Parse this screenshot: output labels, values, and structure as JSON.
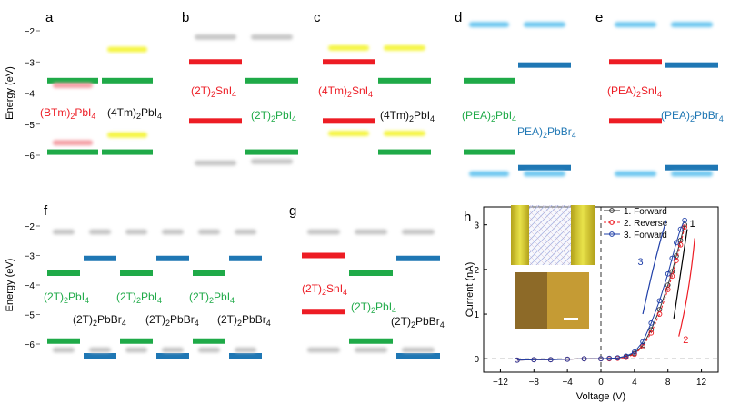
{
  "colors": {
    "red": "#ed1c24",
    "green": "#1faa48",
    "blue": "#1f77b4",
    "gray": "#c8c8c8",
    "yellow": "#f5f542",
    "light_blue": "#6fc8f0",
    "light_red": "#f4a0a6"
  },
  "chart_data": [
    {
      "panel": "a",
      "type": "energy_level_diagram",
      "ylabel": "Energy (eV)",
      "ylim": [
        -6.8,
        -1.6
      ],
      "yticks": [
        -2,
        -3,
        -4,
        -5,
        -6
      ],
      "materials": [
        {
          "label_parts": [
            [
              "(BTm)",
              ""
            ],
            [
              "2",
              "sub"
            ],
            [
              "PbI",
              ""
            ],
            [
              "4",
              "sub"
            ]
          ],
          "color": "red",
          "levels": [
            {
              "energy": -3.6,
              "color": "green"
            },
            {
              "energy": -5.9,
              "color": "green"
            },
            {
              "energy": -3.75,
              "color": "light_red",
              "blur": true
            },
            {
              "energy": -5.6,
              "color": "light_red",
              "blur": true
            }
          ]
        },
        {
          "label_parts": [
            [
              "(4Tm)",
              ""
            ],
            [
              "2",
              "sub"
            ],
            [
              "PbI",
              ""
            ],
            [
              "4",
              "sub"
            ]
          ],
          "color": "black",
          "levels": [
            {
              "energy": -3.6,
              "color": "green"
            },
            {
              "energy": -5.9,
              "color": "green"
            },
            {
              "energy": -2.6,
              "color": "yellow",
              "blur": true
            },
            {
              "energy": -5.35,
              "color": "yellow",
              "blur": true
            }
          ]
        }
      ]
    },
    {
      "panel": "b",
      "type": "energy_level_diagram",
      "materials": [
        {
          "label_parts": [
            [
              "(2T)",
              ""
            ],
            [
              "2",
              "sub"
            ],
            [
              "SnI",
              ""
            ],
            [
              "4",
              "sub"
            ]
          ],
          "color": "red",
          "levels": [
            {
              "energy": -3.0,
              "color": "red"
            },
            {
              "energy": -4.9,
              "color": "red"
            },
            {
              "energy": -2.2,
              "color": "gray",
              "blur": true
            },
            {
              "energy": -6.25,
              "color": "gray",
              "blur": true
            }
          ]
        },
        {
          "label_parts": [
            [
              "(2T)",
              ""
            ],
            [
              "2",
              "sub"
            ],
            [
              "PbI",
              ""
            ],
            [
              "4",
              "sub"
            ]
          ],
          "color": "green",
          "levels": [
            {
              "energy": -3.6,
              "color": "green"
            },
            {
              "energy": -5.9,
              "color": "green"
            },
            {
              "energy": -2.2,
              "color": "gray",
              "blur": true
            },
            {
              "energy": -6.2,
              "color": "gray",
              "blur": true
            }
          ]
        }
      ]
    },
    {
      "panel": "c",
      "type": "energy_level_diagram",
      "materials": [
        {
          "label_parts": [
            [
              "(4Tm)",
              ""
            ],
            [
              "2",
              "sub"
            ],
            [
              "SnI",
              ""
            ],
            [
              "4",
              "sub"
            ]
          ],
          "color": "red",
          "levels": [
            {
              "energy": -3.0,
              "color": "red"
            },
            {
              "energy": -4.9,
              "color": "red"
            },
            {
              "energy": -2.55,
              "color": "yellow",
              "blur": true
            },
            {
              "energy": -5.3,
              "color": "yellow",
              "blur": true
            }
          ]
        },
        {
          "label_parts": [
            [
              "(4Tm)",
              ""
            ],
            [
              "2",
              "sub"
            ],
            [
              "PbI",
              ""
            ],
            [
              "4",
              "sub"
            ]
          ],
          "color": "black",
          "levels": [
            {
              "energy": -3.6,
              "color": "green"
            },
            {
              "energy": -5.9,
              "color": "green"
            },
            {
              "energy": -2.55,
              "color": "yellow",
              "blur": true
            },
            {
              "energy": -5.3,
              "color": "yellow",
              "blur": true
            }
          ]
        }
      ]
    },
    {
      "panel": "d",
      "type": "energy_level_diagram",
      "materials": [
        {
          "label_parts": [
            [
              "(PEA)",
              ""
            ],
            [
              "2",
              "sub"
            ],
            [
              "PbI",
              ""
            ],
            [
              "4",
              "sub"
            ]
          ],
          "color": "green",
          "levels": [
            {
              "energy": -3.6,
              "color": "green"
            },
            {
              "energy": -5.9,
              "color": "green"
            },
            {
              "energy": -1.8,
              "color": "light_blue",
              "blur": true
            },
            {
              "energy": -6.6,
              "color": "light_blue",
              "blur": true
            }
          ]
        },
        {
          "label_parts": [
            [
              "PEA)",
              ""
            ],
            [
              "2",
              "sub"
            ],
            [
              "PbBr",
              ""
            ],
            [
              "4",
              "sub"
            ]
          ],
          "color": "blue",
          "levels": [
            {
              "energy": -3.1,
              "color": "blue"
            },
            {
              "energy": -6.4,
              "color": "blue"
            },
            {
              "energy": -1.8,
              "color": "light_blue",
              "blur": true
            },
            {
              "energy": -6.6,
              "color": "light_blue",
              "blur": true
            }
          ]
        }
      ]
    },
    {
      "panel": "e",
      "type": "energy_level_diagram",
      "materials": [
        {
          "label_parts": [
            [
              "(PEA)",
              ""
            ],
            [
              "2",
              "sub"
            ],
            [
              "SnI",
              ""
            ],
            [
              "4",
              "sub"
            ]
          ],
          "color": "red",
          "levels": [
            {
              "energy": -3.0,
              "color": "red"
            },
            {
              "energy": -4.9,
              "color": "red"
            },
            {
              "energy": -1.8,
              "color": "light_blue",
              "blur": true
            },
            {
              "energy": -6.6,
              "color": "light_blue",
              "blur": true
            }
          ]
        },
        {
          "label_parts": [
            [
              "(PEA)",
              ""
            ],
            [
              "2",
              "sub"
            ],
            [
              "PbBr",
              ""
            ],
            [
              "4",
              "sub"
            ]
          ],
          "color": "blue",
          "levels": [
            {
              "energy": -3.1,
              "color": "blue"
            },
            {
              "energy": -6.4,
              "color": "blue"
            },
            {
              "energy": -1.8,
              "color": "light_blue",
              "blur": true
            },
            {
              "energy": -6.6,
              "color": "light_blue",
              "blur": true
            }
          ]
        }
      ]
    },
    {
      "panel": "f",
      "type": "energy_level_diagram",
      "ylabel": "Energy (eV)",
      "ylim": [
        -6.8,
        -1.6
      ],
      "yticks": [
        -2,
        -3,
        -4,
        -5,
        -6
      ],
      "materials": [
        {
          "label_parts": [
            [
              "(2T)",
              ""
            ],
            [
              "2",
              "sub"
            ],
            [
              "PbI",
              ""
            ],
            [
              "4",
              "sub"
            ]
          ],
          "color": "green",
          "levels": [
            {
              "energy": -3.6,
              "color": "green"
            },
            {
              "energy": -5.9,
              "color": "green"
            },
            {
              "energy": -2.2,
              "color": "gray",
              "blur": true
            },
            {
              "energy": -6.2,
              "color": "gray",
              "blur": true
            }
          ]
        },
        {
          "label_parts": [
            [
              "(2T)",
              ""
            ],
            [
              "2",
              "sub"
            ],
            [
              "PbBr",
              ""
            ],
            [
              "4",
              "sub"
            ]
          ],
          "color": "black",
          "levels": [
            {
              "energy": -3.1,
              "color": "blue"
            },
            {
              "energy": -6.4,
              "color": "blue"
            },
            {
              "energy": -2.2,
              "color": "gray",
              "blur": true
            },
            {
              "energy": -6.2,
              "color": "gray",
              "blur": true
            }
          ]
        },
        {
          "label_parts": [
            [
              "(2T)",
              ""
            ],
            [
              "2",
              "sub"
            ],
            [
              "PbI",
              ""
            ],
            [
              "4",
              "sub"
            ]
          ],
          "color": "green",
          "levels": [
            {
              "energy": -3.6,
              "color": "green"
            },
            {
              "energy": -5.9,
              "color": "green"
            },
            {
              "energy": -2.2,
              "color": "gray",
              "blur": true
            },
            {
              "energy": -6.2,
              "color": "gray",
              "blur": true
            }
          ]
        },
        {
          "label_parts": [
            [
              "(2T)",
              ""
            ],
            [
              "2",
              "sub"
            ],
            [
              "PbBr",
              ""
            ],
            [
              "4",
              "sub"
            ]
          ],
          "color": "black",
          "levels": [
            {
              "energy": -3.1,
              "color": "blue"
            },
            {
              "energy": -6.4,
              "color": "blue"
            },
            {
              "energy": -2.2,
              "color": "gray",
              "blur": true
            },
            {
              "energy": -6.2,
              "color": "gray",
              "blur": true
            }
          ]
        },
        {
          "label_parts": [
            [
              "(2T)",
              ""
            ],
            [
              "2",
              "sub"
            ],
            [
              "PbI",
              ""
            ],
            [
              "4",
              "sub"
            ]
          ],
          "color": "green",
          "levels": [
            {
              "energy": -3.6,
              "color": "green"
            },
            {
              "energy": -5.9,
              "color": "green"
            },
            {
              "energy": -2.2,
              "color": "gray",
              "blur": true
            },
            {
              "energy": -6.2,
              "color": "gray",
              "blur": true
            }
          ]
        },
        {
          "label_parts": [
            [
              "(2T)",
              ""
            ],
            [
              "2",
              "sub"
            ],
            [
              "PbBr",
              ""
            ],
            [
              "4",
              "sub"
            ]
          ],
          "color": "black",
          "levels": [
            {
              "energy": -3.1,
              "color": "blue"
            },
            {
              "energy": -6.4,
              "color": "blue"
            },
            {
              "energy": -2.2,
              "color": "gray",
              "blur": true
            },
            {
              "energy": -6.2,
              "color": "gray",
              "blur": true
            }
          ]
        }
      ]
    },
    {
      "panel": "g",
      "type": "energy_level_diagram",
      "materials": [
        {
          "label_parts": [
            [
              "(2T)",
              ""
            ],
            [
              "2",
              "sub"
            ],
            [
              "SnI",
              ""
            ],
            [
              "4",
              "sub"
            ]
          ],
          "color": "red",
          "levels": [
            {
              "energy": -3.0,
              "color": "red"
            },
            {
              "energy": -4.9,
              "color": "red"
            },
            {
              "energy": -2.2,
              "color": "gray",
              "blur": true
            },
            {
              "energy": -6.2,
              "color": "gray",
              "blur": true
            }
          ]
        },
        {
          "label_parts": [
            [
              "(2T)",
              ""
            ],
            [
              "2",
              "sub"
            ],
            [
              "PbI",
              ""
            ],
            [
              "4",
              "sub"
            ]
          ],
          "color": "green",
          "levels": [
            {
              "energy": -3.6,
              "color": "green"
            },
            {
              "energy": -5.9,
              "color": "green"
            },
            {
              "energy": -2.2,
              "color": "gray",
              "blur": true
            },
            {
              "energy": -6.2,
              "color": "gray",
              "blur": true
            }
          ]
        },
        {
          "label_parts": [
            [
              "(2T)",
              ""
            ],
            [
              "2",
              "sub"
            ],
            [
              "PbBr",
              ""
            ],
            [
              "4",
              "sub"
            ]
          ],
          "color": "black",
          "levels": [
            {
              "energy": -3.1,
              "color": "blue"
            },
            {
              "energy": -6.4,
              "color": "blue"
            },
            {
              "energy": -2.2,
              "color": "gray",
              "blur": true
            },
            {
              "energy": -6.2,
              "color": "gray",
              "blur": true
            }
          ]
        }
      ]
    },
    {
      "panel": "h",
      "type": "line",
      "xlabel": "Voltage (V)",
      "ylabel": "Current (nA)",
      "xlim": [
        -14,
        14
      ],
      "ylim": [
        -0.3,
        3.4
      ],
      "xticks": [
        -12,
        -8,
        -4,
        0,
        4,
        8,
        12
      ],
      "yticks": [
        0,
        1,
        2,
        3
      ],
      "legend": "top-right",
      "series": [
        {
          "name": "1. Forward",
          "color": "#333333",
          "marker": "circle",
          "x": [
            -10,
            -8,
            -6,
            -4,
            -2,
            0,
            1,
            2,
            3,
            4,
            5,
            6,
            7,
            8,
            8.5,
            9,
            9.5,
            10
          ],
          "y": [
            -0.03,
            -0.02,
            -0.02,
            -0.01,
            0,
            0,
            0.01,
            0.02,
            0.05,
            0.12,
            0.3,
            0.65,
            1.1,
            1.65,
            1.95,
            2.3,
            2.65,
            3.0
          ]
        },
        {
          "name": "2. Reverse",
          "color": "#ed1c24",
          "marker": "circle",
          "x": [
            10,
            9.5,
            9,
            8.5,
            8,
            7,
            6,
            5,
            4,
            3,
            2,
            1,
            0,
            -2,
            -4,
            -6,
            -8,
            -10
          ],
          "y": [
            2.95,
            2.55,
            2.2,
            1.85,
            1.55,
            1.0,
            0.58,
            0.27,
            0.1,
            0.03,
            0.01,
            0.0,
            0,
            0,
            -0.01,
            -0.02,
            -0.02,
            -0.03
          ]
        },
        {
          "name": "3. Forward",
          "color": "#1f3fa8",
          "marker": "circle",
          "x": [
            -10,
            -8,
            -6,
            -4,
            -2,
            0,
            1,
            2,
            3,
            4,
            5,
            6,
            7,
            8,
            8.5,
            9,
            9.5,
            10
          ],
          "y": [
            -0.03,
            -0.02,
            -0.02,
            -0.01,
            0,
            0,
            0.01,
            0.02,
            0.06,
            0.15,
            0.38,
            0.8,
            1.3,
            1.9,
            2.25,
            2.6,
            2.9,
            3.1
          ]
        }
      ],
      "annotations": [
        {
          "text": "1",
          "color": "#000000"
        },
        {
          "text": "2",
          "color": "#ed1c24"
        },
        {
          "text": "3",
          "color": "#1f3fa8"
        }
      ]
    }
  ]
}
